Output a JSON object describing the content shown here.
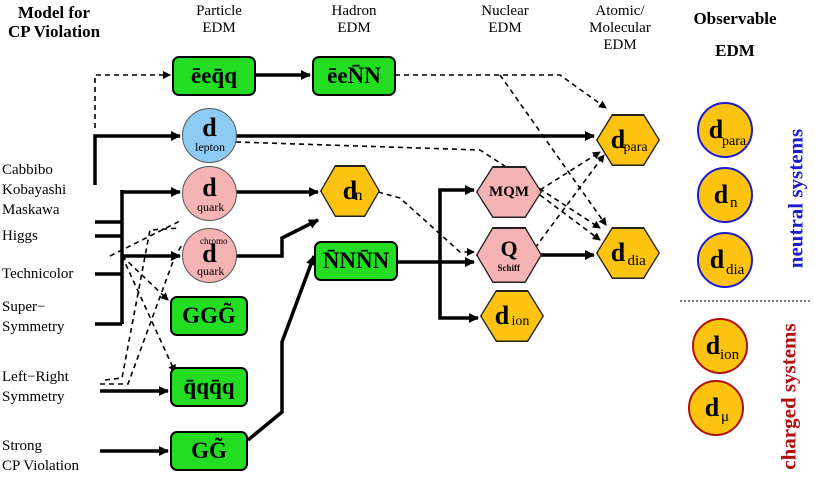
{
  "headers": {
    "model": "Model for\nCP Violation",
    "particle": "Particle\nEDM",
    "hadron": "Hadron\nEDM",
    "nuclear": "Nuclear\nEDM",
    "atomic": "Atomic/\nMolecular\nEDM",
    "observable": "Observable\nEDM"
  },
  "models": {
    "ckm": "Cabbibo\nKobayashi\nMaskawa",
    "higgs": "Higgs",
    "technicolor": "Technicolor",
    "susy": "Super−\nSymmetry",
    "left_right": "Left−Right\nSymmetry",
    "strong_cp": "Strong\nCP Violation"
  },
  "operators": {
    "eeqq": "ēeq̄q",
    "eeNN": "ēeN̄N",
    "ggg": "GGG̃",
    "qqqq": "q̄qq̄q",
    "gg": "GG̃",
    "nnnn": "N̄NN̄N"
  },
  "particle_edm": {
    "d": "d",
    "lepton": "lepton",
    "quark": "quark",
    "chromo": "chromo"
  },
  "hadron_edm": {
    "d": "d",
    "sub": "n"
  },
  "nuclear_edm": {
    "mqm": "MQM",
    "q": "Q",
    "schiff": "Schiff",
    "d": "d",
    "ion": "ion"
  },
  "atomic_edm": {
    "d": "d",
    "para": "para",
    "dia": "dia"
  },
  "observables": {
    "neutral": [
      {
        "d": "d",
        "sub": "para"
      },
      {
        "d": "d",
        "sub": "n"
      },
      {
        "d": "d",
        "sub": "dia"
      }
    ],
    "charged": [
      {
        "d": "d",
        "sub": "ion"
      },
      {
        "d": "d",
        "sub": "μ"
      }
    ],
    "neutral_label": "neutral systems",
    "charged_label": "charged systems"
  },
  "colors": {
    "operator_box": "#22dd22",
    "quark_circle": "#f5b3b3",
    "lepton_circle": "#8ecbf2",
    "hexagon_gold": "#fcc411",
    "hexagon_pink": "#f5b3b3",
    "neutral": "#1d1dd0",
    "charged": "#b01010"
  }
}
